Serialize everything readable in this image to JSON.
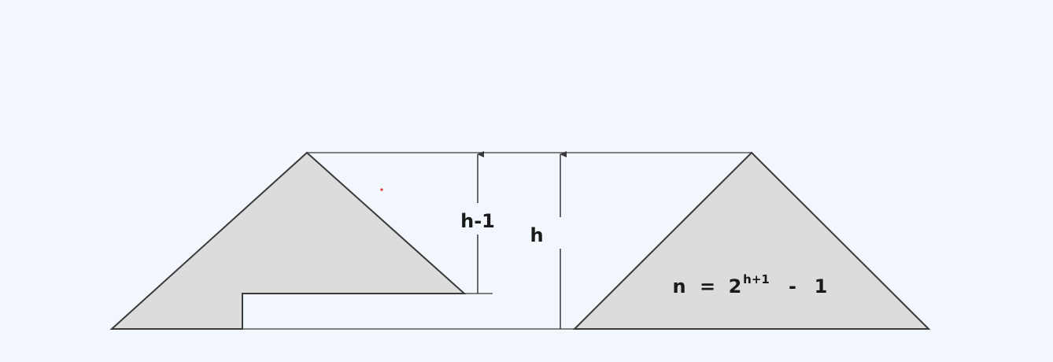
{
  "labels": {
    "inner_height": "h-1",
    "outer_height": "h",
    "formula_lhs": "n",
    "formula_eq": "=",
    "formula_base": "2",
    "formula_exp": "h+1",
    "formula_minus": "-",
    "formula_const": "1"
  },
  "colors": {
    "background": "#f2f6fd",
    "shape_fill": "#dcdcdc",
    "stroke": "#3a3a3a"
  }
}
